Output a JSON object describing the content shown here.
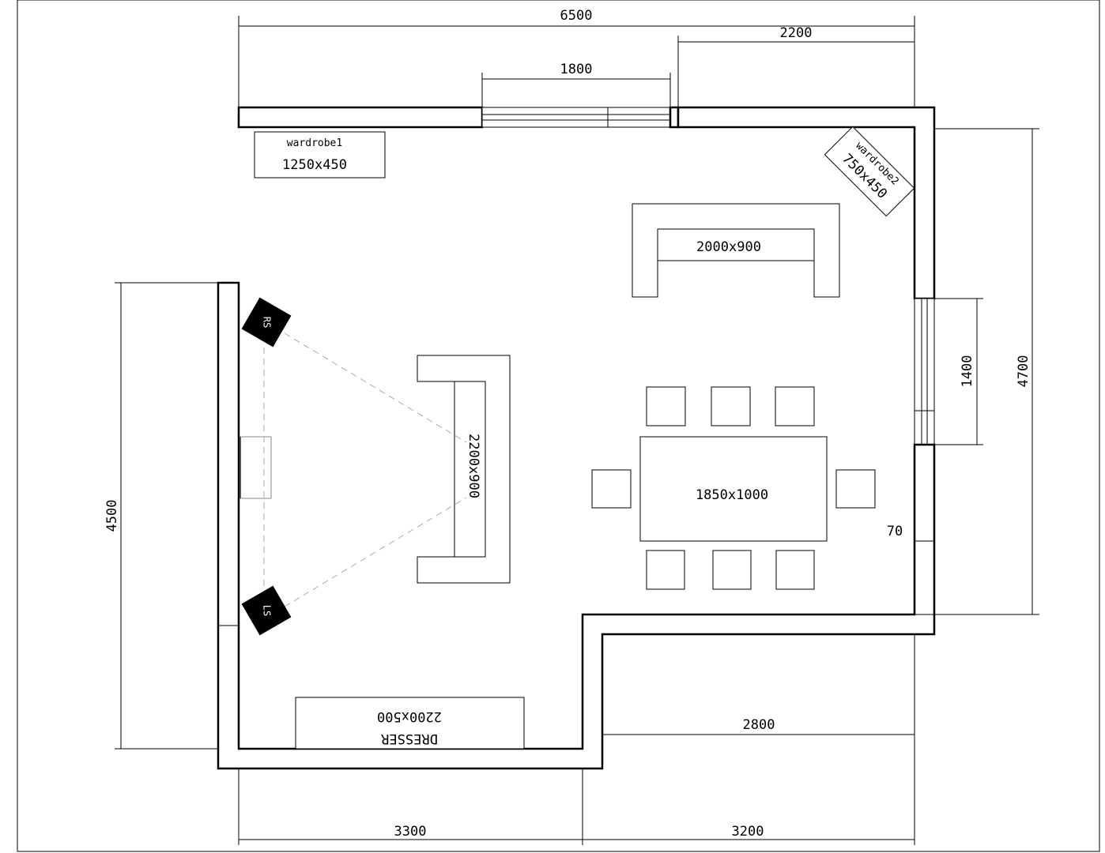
{
  "dimensions": {
    "total_width": "6500",
    "top_right": "2200",
    "top_window": "1800",
    "right_height": "4700",
    "right_window": "1400",
    "left_height": "4500",
    "lower_right": "2800",
    "bottom_left": "3300",
    "bottom_right": "3200",
    "offset": "70"
  },
  "furniture": {
    "wardrobe1": {
      "name": "wardrobe1",
      "size": "1250x450"
    },
    "wardrobe2": {
      "name": "wardrobe2",
      "size": "750x450"
    },
    "sofa_top": "2000x900",
    "sofa_left": "2200x900",
    "table": "1850x1000",
    "dresser": {
      "name": "DRESSER",
      "size": "2200x500"
    },
    "speaker_right": "RS",
    "speaker_left": "LS"
  }
}
